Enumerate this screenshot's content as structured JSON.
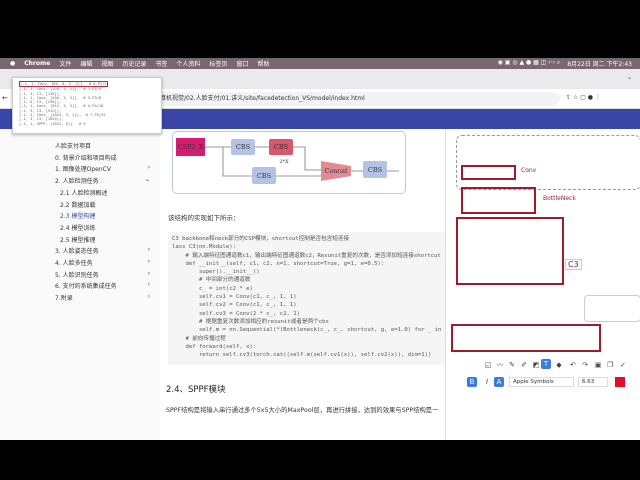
{
  "menubar": {
    "apple": "",
    "app": "Chrome",
    "items": [
      "文件",
      "编辑",
      "视图",
      "历史记录",
      "书签",
      "个人资料",
      "标签页",
      "窗口",
      "帮助"
    ],
    "clock": "8月22日 周二 下午2:43"
  },
  "browser": {
    "url": "算机视觉/02.人脸支付/01.讲义/site/facedetection_VS/model/index.html"
  },
  "popup": {
    "lines": [
      "[-1, 1, Conv, [64, 6, 2, 2]],  # 0-P1/2",
      "[-1, 1, Conv, [128, 3, 2]],  # 1-P2/4",
      "[-1, 3, C3, [128]],",
      "[-1, 1, Conv, [256, 3, 2]],  # 3-P3/8",
      "[-1, 6, C3, [256]],",
      "[-1, 1, Conv, [512, 3, 2]],  # 5-P4/16",
      "[-1, 9, C3, [512]],",
      "[-1, 1, Conv, [1024, 3, 2]],  # 7-P5/32",
      "[-1, 3, C3, [1024]],",
      "[-1, 1, SPPF, [1024, 5]],  # 9"
    ]
  },
  "sidebar": {
    "items": [
      {
        "label": "人脸支付项目",
        "chev": ""
      },
      {
        "label": "0. 背景介绍和项目构成",
        "chev": ""
      },
      {
        "label": "1. 图像处理OpenCV",
        "chev": "›"
      },
      {
        "label": "2. 人脸检测任务",
        "chev": "⌄"
      },
      {
        "label": "2.1 人脸检测概述",
        "chev": "",
        "sub": true
      },
      {
        "label": "2.2 数据加载",
        "chev": "",
        "sub": true
      },
      {
        "label": "2.3 模型构建",
        "chev": "",
        "sub": true,
        "active": true
      },
      {
        "label": "2.4 模型训练",
        "chev": "",
        "sub": true
      },
      {
        "label": "2.5 模型推理",
        "chev": "",
        "sub": true
      },
      {
        "label": "3. 人脸姿态任务",
        "chev": "›"
      },
      {
        "label": "4. 人脸多任务",
        "chev": "›"
      },
      {
        "label": "5. 人脸识别任务",
        "chev": "›"
      },
      {
        "label": "6. 支付的系统集成任务",
        "chev": "›"
      },
      {
        "label": "7.附录",
        "chev": "›"
      }
    ]
  },
  "diagram": {
    "csp": "CSP2_X",
    "cbs": "CBS",
    "repeat": "2*X",
    "concat": "Concat"
  },
  "main": {
    "intro": "该结构的实现如下所示：",
    "code": [
      "C3 backbone和neck部分的CSP模块，shortcut控制是否包含短连接",
      "lass C3(nn.Module):",
      "    # 输入端特征图通道数c1，输出端特征图通道数c2，Resunit重复的次数，是否添加短连接shortcut",
      "    def __init__(self, c1, c2, n=1, shortcut=True, g=1, e=0.5):",
      "        super().__init__()",
      "        # 中间部分的通道数",
      "        c_ = int(c2 * e)",
      "        self.cv1 = Conv(c1, c_, 1, 1)",
      "        self.cv2 = Conv(c1, c_, 1, 1)",
      "        self.cv3 = Conv(2 * c_, c2, 1)",
      "        # 根据重复次数添加相应的resunit或者是两个cbs",
      "        self.m = nn.Sequential(*(Bottleneck(c_, c_, shortcut, g, e=1.0) for _ in",
      "    # 前向传播过程",
      "    def forward(self, x):",
      "        return self.cv3(torch.cat((self.m(self.cv1(x)), self.cv2(x)), dim=1))"
    ],
    "heading": "2.4、SPPF模块",
    "para": "SPPF结构是将输入串行通过多个5x5大小的MaxPool层，再进行拼接，达到的效果与SPP结构是一"
  },
  "annot": {
    "conv": "Conv",
    "bottleneck": "BottleNeck",
    "c3": "C3",
    "colors": {
      "red": "#a01c2c",
      "blue_header": "#3a47a8"
    }
  },
  "markup": {
    "font": "Apple Symbols",
    "size": "6.63",
    "bold": "B",
    "italic": "I",
    "text": "A",
    "color": "#e0102a"
  }
}
